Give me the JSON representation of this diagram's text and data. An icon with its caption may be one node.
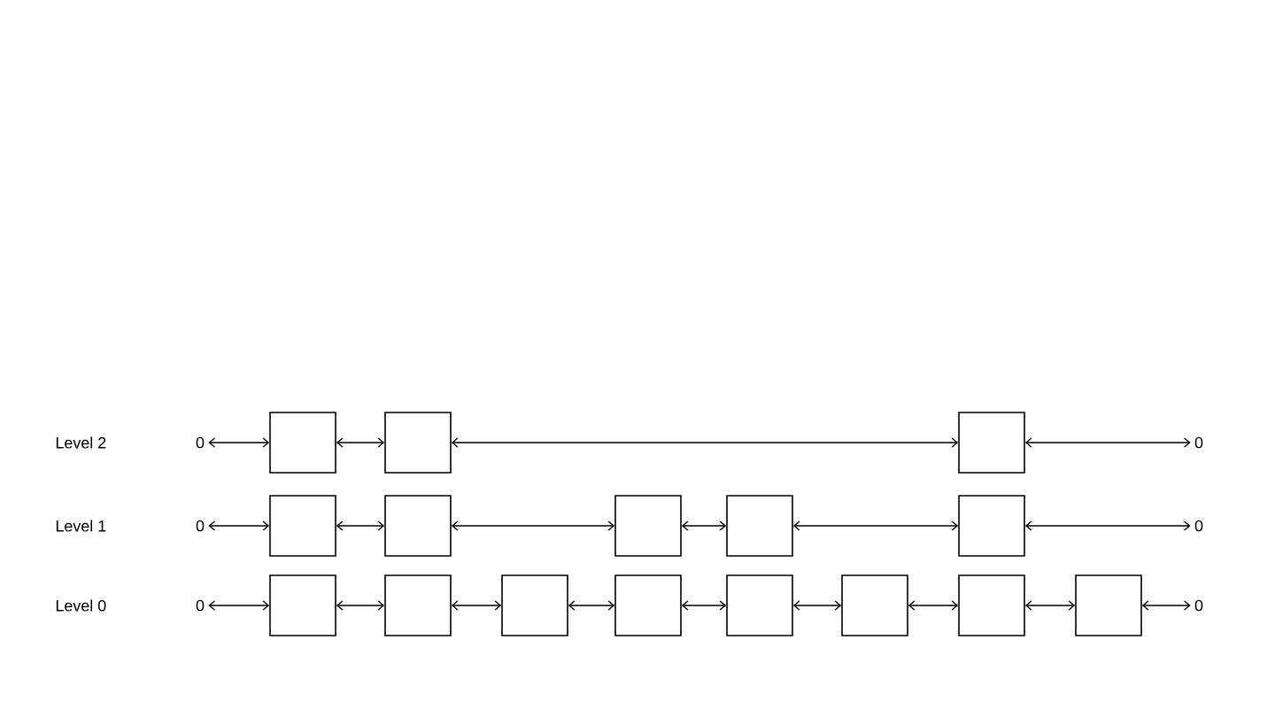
{
  "diagram": {
    "nodes": [
      {
        "text": [
          "0"
        ]
      },
      {
        "text": [],
        "shape": "box"
      },
      {
        "text": [],
        "shape": "box"
      },
      {
        "text": [],
        "shape": "box"
      },
      {
        "text": [
          "0"
        ]
      },
      {
        "text": [
          "0"
        ]
      },
      {
        "text": [],
        "shape": "box"
      },
      {
        "text": [],
        "shape": "box"
      },
      {
        "text": [],
        "shape": "box"
      },
      {
        "text": [],
        "shape": "box"
      },
      {
        "text": [],
        "shape": "box"
      },
      {
        "text": [
          "0"
        ]
      },
      {
        "text": [
          "0"
        ]
      },
      {
        "text": [],
        "shape": "box"
      },
      {
        "text": [],
        "shape": "box"
      },
      {
        "text": [],
        "shape": "box"
      },
      {
        "text": [],
        "shape": "box"
      },
      {
        "text": [],
        "shape": "box"
      },
      {
        "text": [],
        "shape": "box"
      },
      {
        "text": [],
        "shape": "box"
      },
      {
        "text": [],
        "shape": "box"
      },
      {
        "text": [
          "0"
        ]
      }
    ],
    "edges": [
      {
        "from": 0,
        "to": 1,
        "arrow": "both"
      },
      {
        "from": 1,
        "to": 2,
        "arrow": "both"
      },
      {
        "from": 2,
        "to": 3,
        "arrow": "both"
      },
      {
        "from": 3,
        "to": 4,
        "arrow": "both"
      },
      {
        "from": 5,
        "to": 6,
        "arrow": "both"
      },
      {
        "from": 6,
        "to": 7,
        "arrow": "both"
      },
      {
        "from": 7,
        "to": 8,
        "arrow": "both"
      },
      {
        "from": 8,
        "to": 9,
        "arrow": "both"
      },
      {
        "from": 9,
        "to": 10,
        "arrow": "both"
      },
      {
        "from": 10,
        "to": 11,
        "arrow": "both"
      },
      {
        "from": 12,
        "to": 13,
        "arrow": "both"
      },
      {
        "from": 13,
        "to": 14,
        "arrow": "both"
      },
      {
        "from": 14,
        "to": 15,
        "arrow": "both"
      },
      {
        "from": 15,
        "to": 16,
        "arrow": "both"
      },
      {
        "from": 16,
        "to": 17,
        "arrow": "both"
      },
      {
        "from": 17,
        "to": 18,
        "arrow": "both"
      },
      {
        "from": 18,
        "to": 19,
        "arrow": "both"
      },
      {
        "from": 19,
        "to": 20,
        "arrow": "both"
      },
      {
        "from": 20,
        "to": 21,
        "arrow": "both"
      }
    ],
    "labels": [
      "Level 2",
      "Level 1",
      "Level 0"
    ]
  }
}
